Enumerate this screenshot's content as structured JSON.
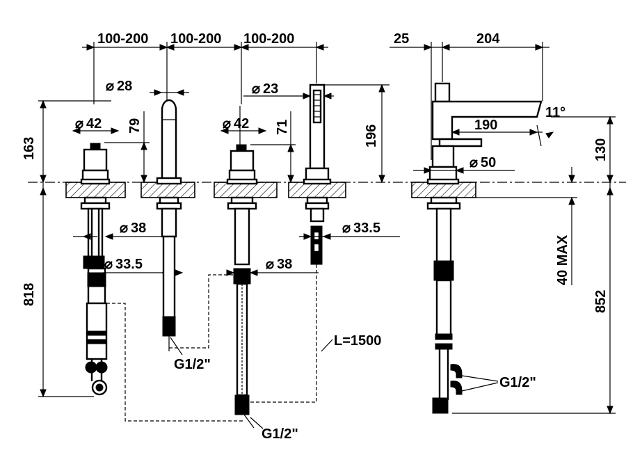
{
  "dimensions": {
    "spacing_1": "100-200",
    "spacing_2": "100-200",
    "spacing_3": "100-200",
    "dia_28": "28",
    "dia_23": "23",
    "dia_42_a": "42",
    "dia_42_b": "42",
    "h_79": "79",
    "h_71": "71",
    "h_163": "163",
    "h_196": "196",
    "dia_38_a": "38",
    "dia_335_a": "33.5",
    "dia_38_b": "38",
    "dia_335_b": "33.5",
    "h_818": "818",
    "side_25": "25",
    "side_204": "204",
    "angle_11": "11°",
    "side_190": "190",
    "dia_50": "50",
    "h_130": "130",
    "h_40max": "40 MAX",
    "h_852": "852"
  },
  "callouts": {
    "thread_a": "G1/2\"",
    "thread_b": "G1/2\"",
    "thread_c": "G1/2\"",
    "hose_length": "L=1500"
  },
  "symbols": {
    "diameter": "⌀"
  }
}
